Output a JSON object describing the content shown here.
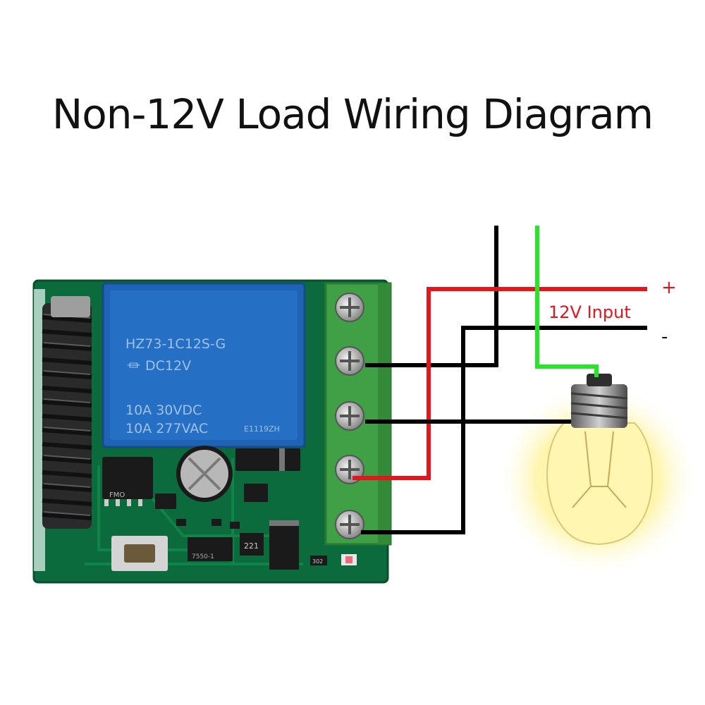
{
  "title": "Non-12V Load Wiring Diagram",
  "input_label": "12V Input",
  "polarity": {
    "plus": "+",
    "minus": "-"
  },
  "relay": {
    "model": "HZ73-1C12S-G",
    "coil": "DC12V",
    "rating_dc": "10A 30VDC",
    "rating_ac": "10A 277VAC",
    "cert": "E1119ZH"
  },
  "pcb_marks": {
    "chip": "FMO",
    "inductor": "221",
    "ic2": "7550-1",
    "resistor": "302"
  },
  "colors": {
    "wire_black": "#000000",
    "wire_red": "#e8141b",
    "wire_green": "#27e627",
    "input_label": "#e8141b",
    "pcb": "#0b6b3c",
    "relay": "#1f63b5",
    "terminal": "#3fa045",
    "bulb_glow": "#fff3a0"
  },
  "icons": [
    "relay-board",
    "light-bulb-icon",
    "screw-terminal-icon",
    "antenna-coil-icon"
  ]
}
